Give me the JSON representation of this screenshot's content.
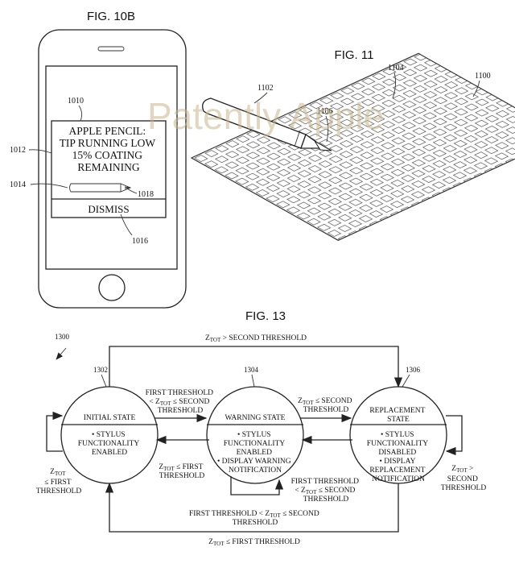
{
  "fig10b": {
    "title": "FIG. 10B",
    "ref_1010": "1010",
    "ref_1012": "1012",
    "ref_1014": "1014",
    "ref_1016": "1016",
    "ref_1018": "1018",
    "notification_lines": [
      "APPLE PENCIL:",
      "TIP RUNNING LOW",
      "15% COATING",
      "REMAINING"
    ],
    "dismiss_label": "DISMISS"
  },
  "fig11": {
    "title": "FIG. 11",
    "ref_1100": "1100",
    "ref_1102": "1102",
    "ref_1104": "1104",
    "ref_1106": "1106"
  },
  "watermark": "Patently Apple",
  "fig13": {
    "title": "FIG. 13",
    "ref_1300": "1300",
    "states": [
      {
        "ref": "1302",
        "name_lines": [
          "INITIAL STATE"
        ],
        "detail_lines": [
          "• STYLUS",
          "FUNCTIONALITY",
          "ENABLED"
        ]
      },
      {
        "ref": "1304",
        "name_lines": [
          "WARNING STATE"
        ],
        "detail_lines": [
          "• STYLUS",
          "FUNCTIONALITY",
          "ENABLED",
          "• DISPLAY WARNING",
          "NOTIFICATION"
        ]
      },
      {
        "ref": "1306",
        "name_lines": [
          "REPLACEMENT",
          "STATE"
        ],
        "detail_lines": [
          "• STYLUS",
          "FUNCTIONALITY",
          "DISABLED",
          "• DISPLAY",
          "REPLACEMENT",
          "NOTIFICATION"
        ]
      }
    ],
    "z": "Z",
    "tot": "TOT",
    "top_arrow_label": "> SECOND THRESHOLD",
    "bottom_arrow_label": "≤ FIRST THRESHOLD",
    "t12": {
      "line1": "FIRST THRESHOLD",
      "pre2": "<",
      "post2": "≤ SECOND",
      "line3": "THRESHOLD"
    },
    "t23": {
      "post1": "≤ SECOND",
      "line2": "THRESHOLD"
    },
    "t21": {
      "post1": "≤ FIRST",
      "line2": "THRESHOLD"
    },
    "t32": {
      "line1": "FIRST THRESHOLD",
      "pre2": "<",
      "post2": "≤ SECOND",
      "line3": "THRESHOLD"
    },
    "self1": {
      "line2": "≤ FIRST",
      "line3": "THRESHOLD"
    },
    "self2": {
      "pre1": "FIRST THRESHOLD <",
      "post1": "≤ SECOND",
      "line2": "THRESHOLD"
    },
    "self3": {
      "post1": ">",
      "line2": "SECOND",
      "line3": "THRESHOLD"
    }
  }
}
